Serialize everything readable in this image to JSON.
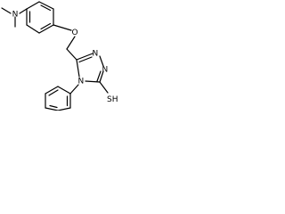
{
  "molecule": {
    "atoms": {
      "dimethylamino_nitrogen": "N",
      "ether_oxygen": "O",
      "triazole_n1": "N",
      "triazole_n2": "N",
      "triazole_n4": "N",
      "thiol_group": "SH"
    },
    "colors": {
      "ink": "#000000",
      "background": "#ffffff"
    }
  }
}
